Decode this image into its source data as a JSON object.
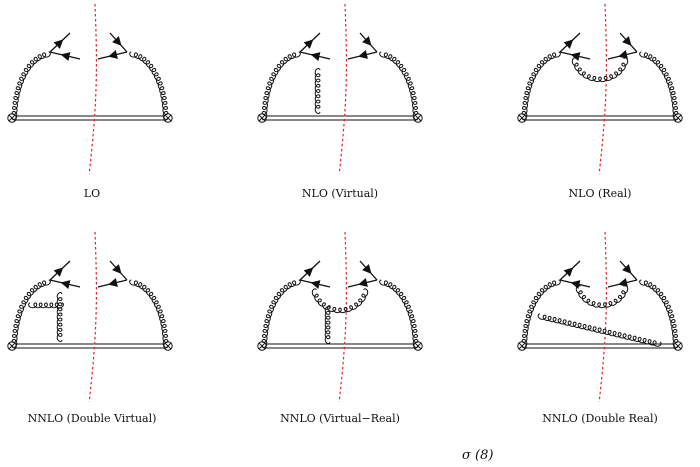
{
  "diagrams": [
    {
      "id": "lo",
      "label": "LO"
    },
    {
      "id": "nlo-virtual",
      "label": "NLO (Virtual)"
    },
    {
      "id": "nlo-real",
      "label": "NLO (Real)"
    },
    {
      "id": "nnlo-double-virtual",
      "label": "NNLO (Double Virtual)"
    },
    {
      "id": "nnlo-virtual-real",
      "label": "NNLO (Virtual−Real)"
    },
    {
      "id": "nnlo-double-real",
      "label": "NNLO (Double Real)"
    }
  ],
  "colors": {
    "ink": "#111111",
    "cut": "#e0242f"
  },
  "footer": {
    "formula": "σ (8)"
  }
}
